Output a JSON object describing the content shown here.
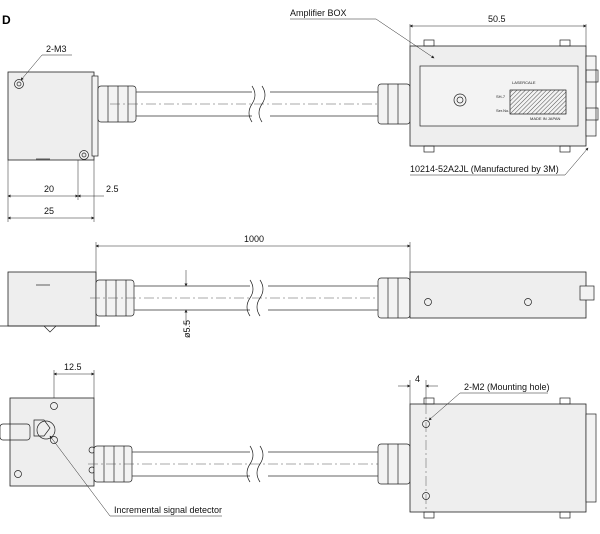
{
  "diagram": {
    "section_letter": "D",
    "labels": {
      "amplifier_box": "Amplifier BOX",
      "screw_top": "2-M3",
      "connector": "10214-52A2JL (Manufactured by 3M)",
      "mounting_hole": "2-M2 (Mounting hole)",
      "detector": "Incremental signal detector"
    },
    "dimensions": {
      "box_width": "50.5",
      "head_20": "20",
      "head_2_5": "2.5",
      "head_25": "25",
      "cable_length": "1000",
      "cable_diameter": "ø5.5",
      "dim_12_5": "12.5",
      "dim_4": "4"
    },
    "box_label": {
      "brand": "LASERCALE",
      "field1": "SH-7",
      "field2": "Ser.No.",
      "origin": "MADE IN JAPAN"
    },
    "colors": {
      "line": "#222222",
      "part_fill": "#eeeeee"
    }
  }
}
